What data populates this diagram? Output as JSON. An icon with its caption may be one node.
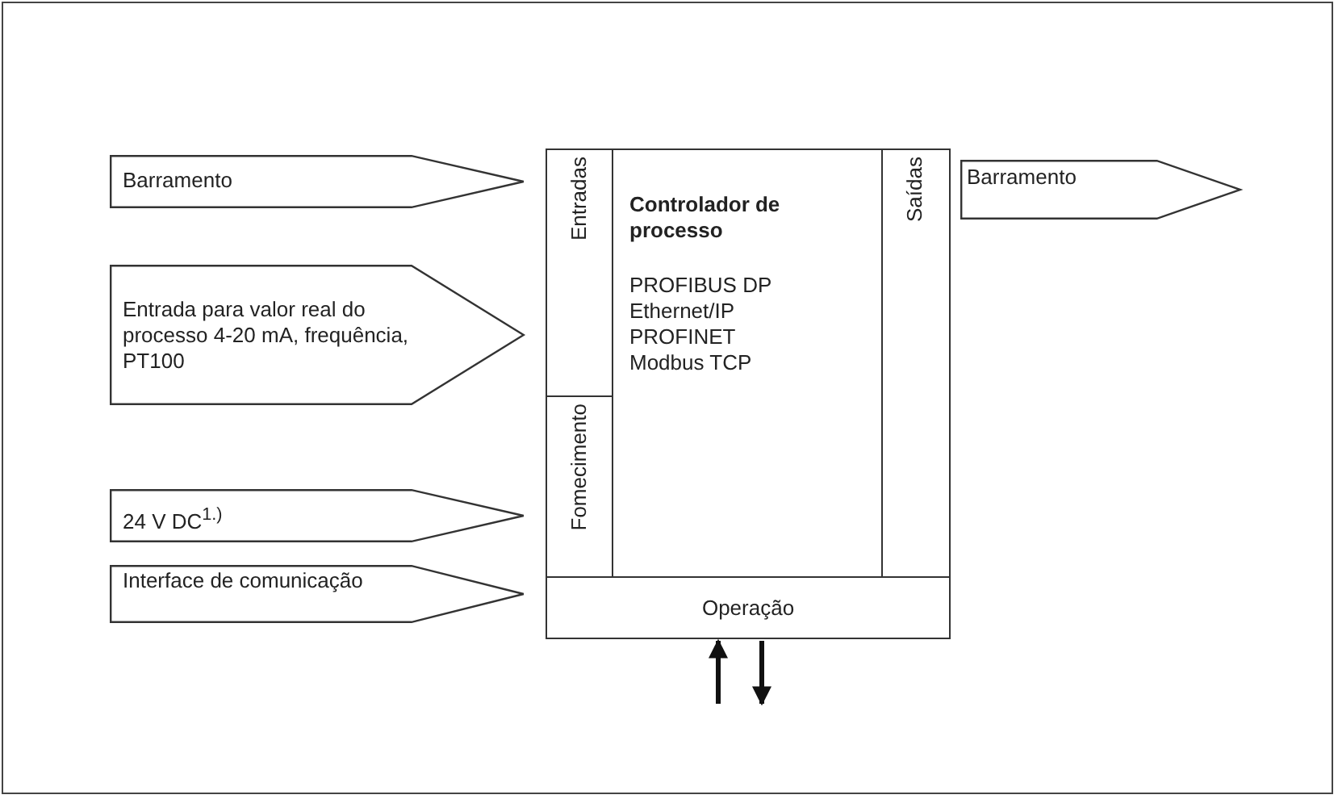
{
  "diagram": {
    "nodes": [
      {
        "text": [
          "Barramento"
        ]
      },
      {
        "text": [
          "Entrada para valor real do processo 4-20 mA, frequência, PT100"
        ]
      },
      {
        "text": [
          "24 V DC$^{1.)}$"
        ]
      },
      {
        "text": [
          "Interface de comunicação"
        ]
      },
      {
        "text": [
          "Entradas"
        ]
      },
      {
        "text": [
          "Fomecimento"
        ]
      },
      {
        "text": [
          "Controlador de processo",
          "PROFIBUS DP",
          "Ethernet/IP",
          "PROFINET",
          "Modbus TCP"
        ]
      },
      {
        "text": [
          "Saídas"
        ]
      },
      {
        "text": [
          "Operação"
        ]
      },
      {
        "text": [
          "Barramento"
        ]
      }
    ],
    "edges": [
      {
        "from": null,
        "to": 8,
        "arrow": "to"
      },
      {
        "from": 8,
        "to": null,
        "arrow": "to"
      }
    ]
  }
}
